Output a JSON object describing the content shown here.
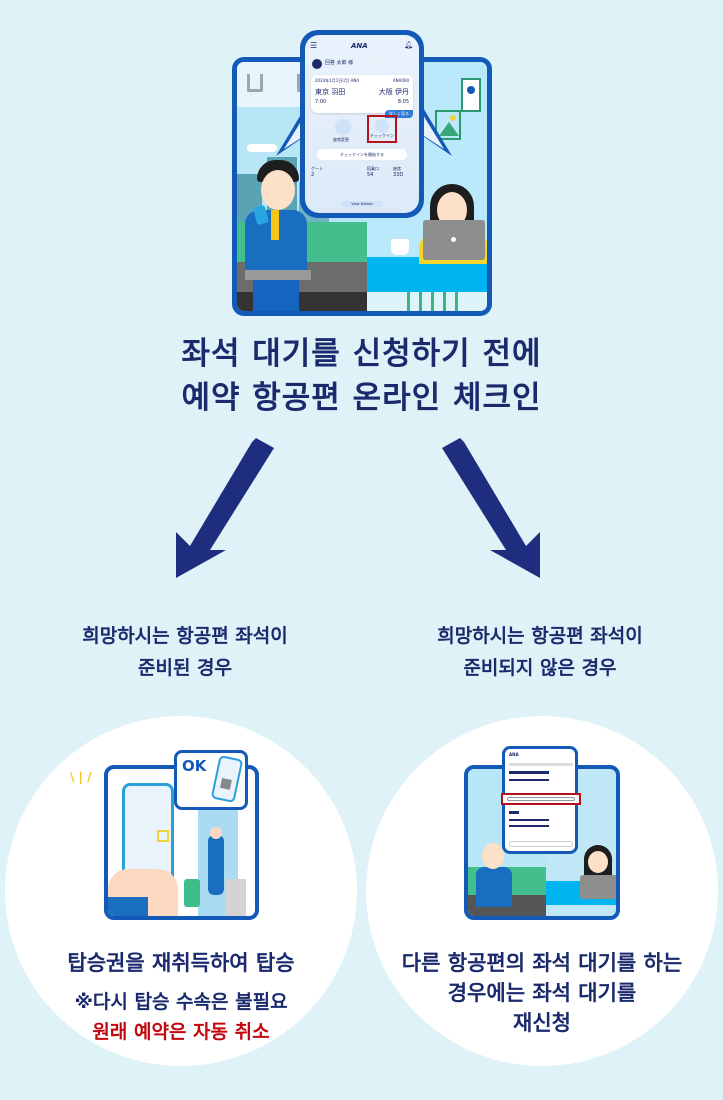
{
  "hero": {
    "phone": {
      "brand": "ANA",
      "passenger": "回答 太郎 様",
      "date": "2024年1月1日(月) ANA",
      "flight_no": "ANA000",
      "origin": "東京 羽田",
      "destination": "大阪 伊丹",
      "depart_time": "7:00",
      "arrive_time": "8:05",
      "details_link": "詳しく見る",
      "icon_left_label": "座席変更",
      "icon_right_label": "チェックイン",
      "checkin_button": "チェックインを開始する",
      "seat_label": "ゲート",
      "seat_value": "2",
      "boarding_label": "搭乗口",
      "boarding_value": "54",
      "seat2_label": "座席",
      "seat2_value": "33D",
      "bottom_link": "View Details"
    }
  },
  "title": {
    "line1": "좌석 대기를 신청하기 전에",
    "line2": "예약 항공편 온라인 체크인"
  },
  "cases": {
    "left": {
      "line1": "희망하시는 항공편 좌석이",
      "line2": "준비된 경우"
    },
    "right": {
      "line1": "희망하시는 항공편 좌석이",
      "line2": "준비되지 않은 경우"
    }
  },
  "results": {
    "left": {
      "badge": "OK",
      "title": "탑승권을 재취득하여 탑승",
      "note": "※다시 탑승 수속은 불필요",
      "warning": "원래 예약은 자동 취소"
    },
    "right": {
      "line1": "다른 항공편의 좌석 대기를 하는",
      "line2": "경우에는 좌석 대기를",
      "line3": "재신청"
    }
  },
  "colors": {
    "background": "#def2f7",
    "navy": "#1a2a6c",
    "brand_blue": "#1359b8",
    "warning_red": "#c4070f",
    "highlight_red": "#b5121b"
  }
}
